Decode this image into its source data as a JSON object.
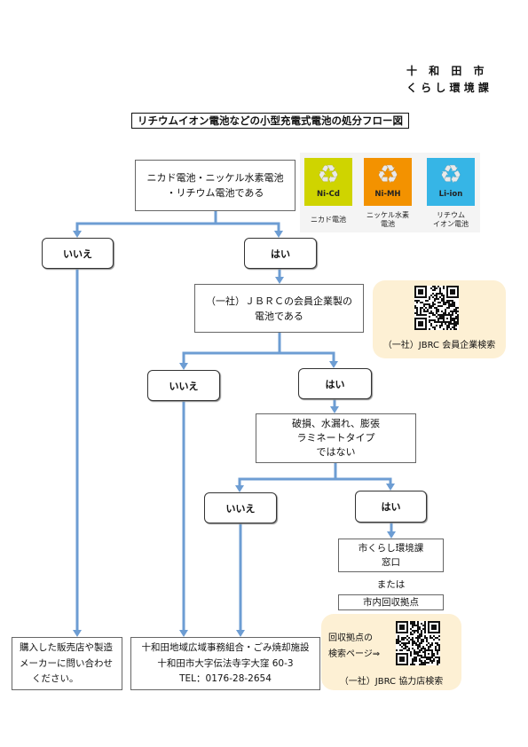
{
  "header": {
    "city": "十 和 田 市",
    "department": "く ら し 環 境 課"
  },
  "title": "リチウムイオン電池などの小型充電式電池の処分フロー図",
  "colors": {
    "arrow": "#6d9dd3",
    "panel": "#fdf0d4",
    "box_border": "#666666"
  },
  "question_battery_type": {
    "lines": [
      "ニカド電池・ニッケル水素電池",
      "・リチウム電池である"
    ],
    "no": "いいえ",
    "yes": "はい"
  },
  "battery_marks": [
    {
      "label": "Ni-Cd",
      "caption": [
        "ニカド電池"
      ],
      "color": "#cfd400",
      "icon": "recycle-icon"
    },
    {
      "label": "Ni-MH",
      "caption": [
        "ニッケル水素",
        "電池"
      ],
      "color": "#f39200",
      "icon": "recycle-icon"
    },
    {
      "label": "Li-ion",
      "caption": [
        "リチウム",
        "イオン電池"
      ],
      "color": "#36b5e6",
      "icon": "recycle-icon"
    }
  ],
  "question_jbrc_member": {
    "lines": [
      "（一社）ＪＢＲＣの会員企業製の",
      "電池である"
    ],
    "no": "いいえ",
    "yes": "はい"
  },
  "jbrc_member_search": {
    "label": "（一社）JBRC 会員企業検索",
    "icon": "qr-code"
  },
  "question_condition": {
    "lines": [
      "破損、水漏れ、膨張",
      "ラミネートタイプ",
      "ではない"
    ],
    "no": "いいえ",
    "yes": "はい"
  },
  "city_office": {
    "lines": [
      "市くらし環境課",
      "窓口"
    ]
  },
  "or_text": "または",
  "collection_point": "市内回収拠点",
  "collection_search": {
    "lines": [
      "回収拠点の",
      "検索ページ⇒"
    ],
    "label": "（一社）JBRC 協力店検索",
    "icon": "qr-code"
  },
  "store_contact": {
    "lines": [
      "購入した販売店や製造",
      "メーカーに問い合わせ",
      "ください。"
    ]
  },
  "incineration_facility": {
    "lines": [
      "十和田地域広域事務組合・ごみ焼却施設",
      "十和田市大字伝法寺字大窪 60-3",
      "TEL：0176-28-2654"
    ]
  }
}
